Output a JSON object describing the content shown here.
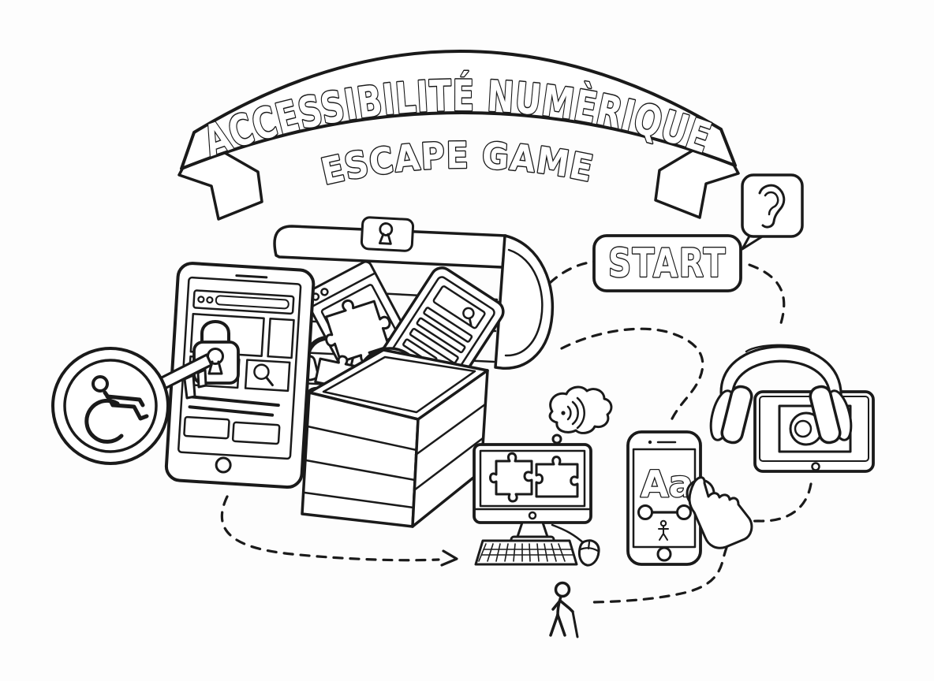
{
  "banner": {
    "title": "ACCESSIBILITÉ NUMÈRIQUE",
    "subtitle": "ESCAPE GAME"
  },
  "start_button": {
    "label": "START"
  },
  "reading_phone": {
    "text_sample": "Aa"
  },
  "colors": {
    "ink": "#1a1a1a",
    "paper": "#ffffff"
  },
  "icons": [
    "wheelchair-accessibility-icon",
    "key-icon",
    "padlock-icon",
    "search-icon",
    "browser-window-icon",
    "puzzle-piece-icon",
    "headphones-icon",
    "first-aid-coin-icon",
    "checklist-card-icon",
    "treasure-chest-icon",
    "ear-icon",
    "speech-bubble-icon",
    "thought-cloud-icon",
    "sound-waves-icon",
    "desktop-computer-icon",
    "keyboard-icon",
    "mouse-icon",
    "smartphone-icon",
    "text-size-slider-icon",
    "touch-hand-icon",
    "tablet-icon",
    "person-with-cane-icon",
    "dashed-path-icon",
    "arrow-icon"
  ]
}
